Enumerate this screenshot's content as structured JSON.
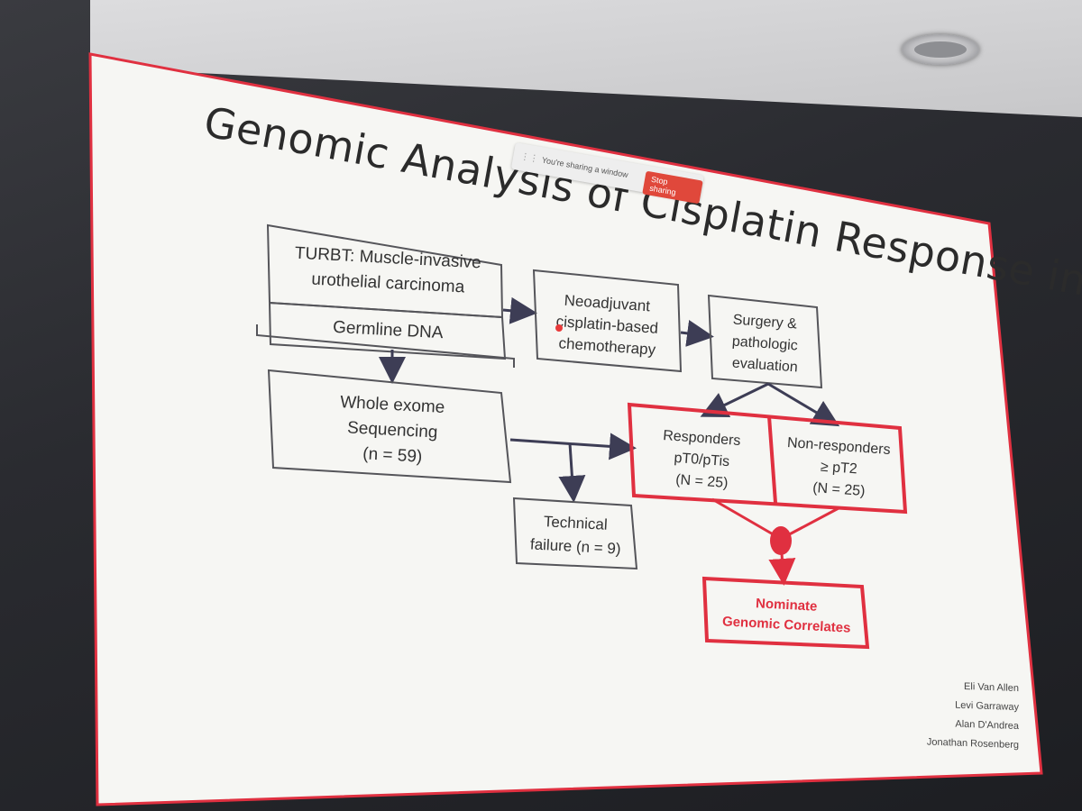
{
  "sharing_toolbar": {
    "message": "You're sharing a window",
    "stop_label": "Stop sharing"
  },
  "slide": {
    "title": "Genomic Analysis of Cisplatin Response in MIBC",
    "nodes": {
      "turbt": "TURBT: Muscle-invasive urothelial carcinoma",
      "germline": "Germline DNA",
      "neoadjuvant": "Neoadjuvant cisplatin-based chemotherapy",
      "surgery": "Surgery & pathologic evaluation",
      "wes": [
        "Whole exome",
        "Sequencing",
        "(n = 59)"
      ],
      "technical": [
        "Technical",
        "failure (n = 9)"
      ],
      "responders": [
        "Responders",
        "pT0/pTis",
        "(N = 25)"
      ],
      "nonresponders": [
        "Non-responders",
        "≥ pT2",
        "(N = 25)"
      ],
      "nominate": [
        "Nominate",
        "Genomic Correlates"
      ]
    },
    "credits": [
      "Eli Van Allen",
      "Levi Garraway",
      "Alan D'Andrea",
      "Jonathan Rosenberg"
    ],
    "colors": {
      "accent_red": "#e03040",
      "box_border": "#55555a",
      "slide_bg": "#f6f6f3",
      "stop_button": "#e0483b"
    }
  }
}
